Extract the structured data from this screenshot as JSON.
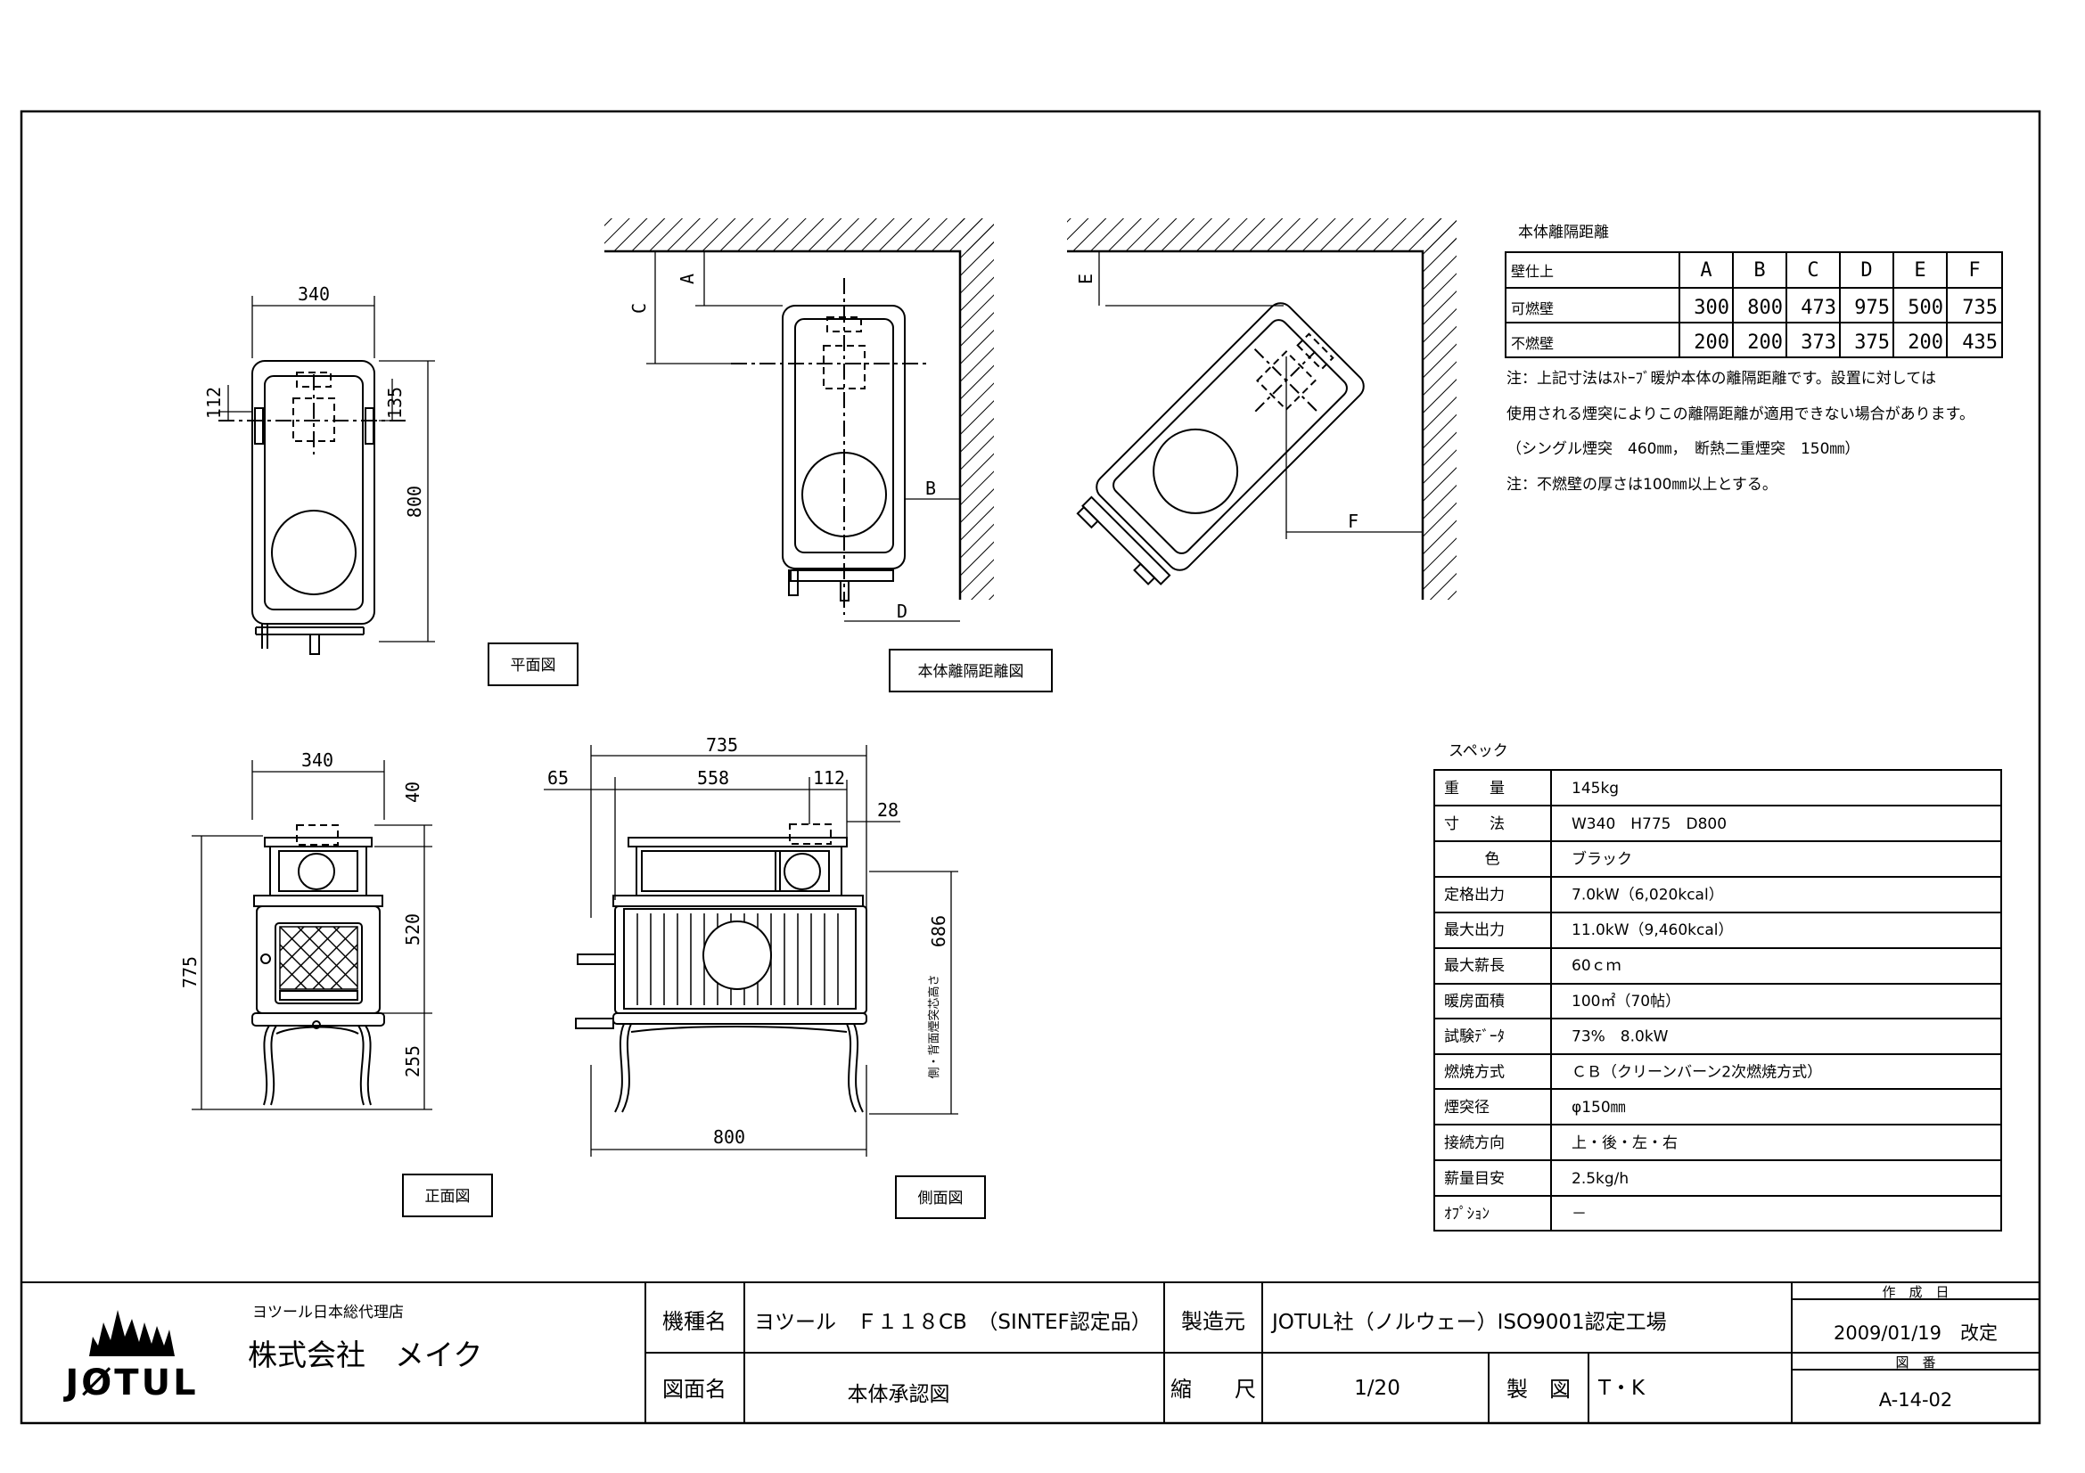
{
  "dimensions": {
    "plan_w": "340",
    "plan_d": "800",
    "plan_112": "112",
    "plan_135": "135",
    "clr_a": "A",
    "clr_b": "B",
    "clr_c": "C",
    "clr_d": "D",
    "clr_e": "E",
    "clr_f": "F",
    "front_w": "340",
    "front_h": "775",
    "front_40": "40",
    "front_520": "520",
    "front_255": "255",
    "side_735": "735",
    "side_65": "65",
    "side_558": "558",
    "side_112": "112",
    "side_28": "28",
    "side_686": "686",
    "side_800": "800",
    "side_note": "側・背面煙突芯高さ"
  },
  "view_labels": {
    "plan": "平面図",
    "clearance": "本体離隔距離図",
    "front": "正面図",
    "side": "側面図"
  },
  "clearance_table": {
    "title": "本体離隔距離",
    "headers": [
      "壁仕上",
      "A",
      "B",
      "C",
      "D",
      "E",
      "F"
    ],
    "rows": [
      [
        "可燃壁",
        "300",
        "800",
        "473",
        "975",
        "500",
        "735"
      ],
      [
        "不燃壁",
        "200",
        "200",
        "373",
        "375",
        "200",
        "435"
      ]
    ],
    "notes": [
      "注：上記寸法はｽﾄｰﾌﾞ暖炉本体の離隔距離です。設置に対しては",
      "使用される煙突によりこの離隔距離が適用できない場合があります。",
      "（シングル煙突　460㎜，　断熱二重煙突　150㎜）",
      "注：不燃壁の厚さは100㎜以上とする。"
    ]
  },
  "spec": {
    "title": "スペック",
    "rows": [
      [
        "重　　量",
        "145kg"
      ],
      [
        "寸　　法",
        "W340　H775　D800"
      ],
      [
        "色",
        "ブラック"
      ],
      [
        "定格出力",
        "7.0kW（6,020kcal）"
      ],
      [
        "最大出力",
        "11.0kW（9,460kcal）"
      ],
      [
        "最大薪長",
        "60ｃｍ"
      ],
      [
        "暖房面積",
        "100㎡（70帖）"
      ],
      [
        "試験ﾃﾞｰﾀ",
        "73%　8.0kW"
      ],
      [
        "燃焼方式",
        "ＣＢ（クリーンバーン2次燃焼方式）"
      ],
      [
        "煙突径",
        "φ150㎜"
      ],
      [
        "接続方向",
        "上・後・左・右"
      ],
      [
        "薪量目安",
        "2.5kg/h"
      ],
      [
        "ｵﾌﾟｼｮﾝ",
        "－"
      ]
    ]
  },
  "title_block": {
    "logo_text": "JØTUL",
    "dealer_caption": "ヨツール日本総代理店",
    "dealer_name": "株式会社　メイク",
    "model_label": "機種名",
    "model_value": "ヨツール　Ｆ１１８CB　（SINTEF認定品）",
    "maker_label": "製造元",
    "maker_value": "JOTUL社（ノルウェー）ISO9001認定工場",
    "drawing_label": "図面名",
    "drawing_value": "本体承認図",
    "scale_label": "縮　　尺",
    "scale_value": "1/20",
    "drafter_label": "製　図",
    "drafter_value": "T・K",
    "created_label": "作　成　日",
    "created_value": "2009/01/19　改定",
    "number_label": "図　番",
    "number_value": "A-14-02"
  }
}
